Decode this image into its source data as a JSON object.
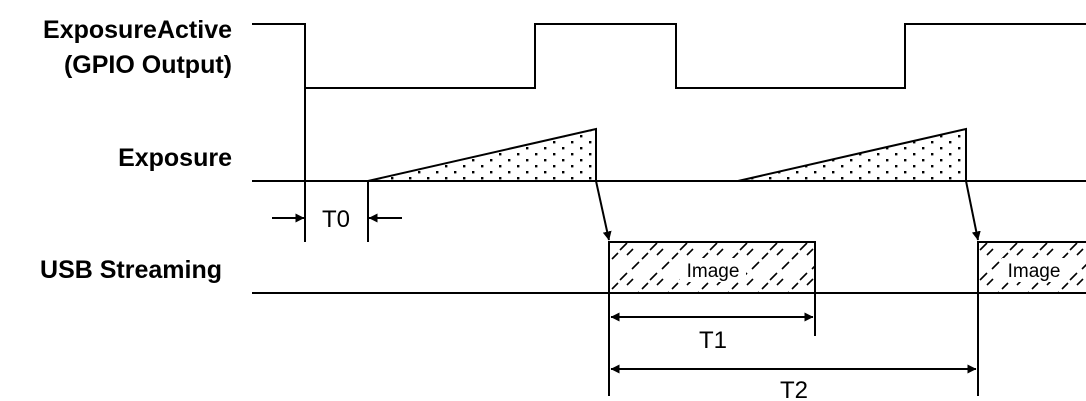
{
  "signals": {
    "exposure_active_line1": "ExposureActive",
    "exposure_active_line2": "(GPIO Output)",
    "exposure": "Exposure",
    "usb_streaming": "USB Streaming"
  },
  "blocks": {
    "image_label_1": "Image",
    "image_label_2": "Image"
  },
  "intervals": {
    "t0": "T0",
    "t1": "T1",
    "t2": "T2"
  }
}
